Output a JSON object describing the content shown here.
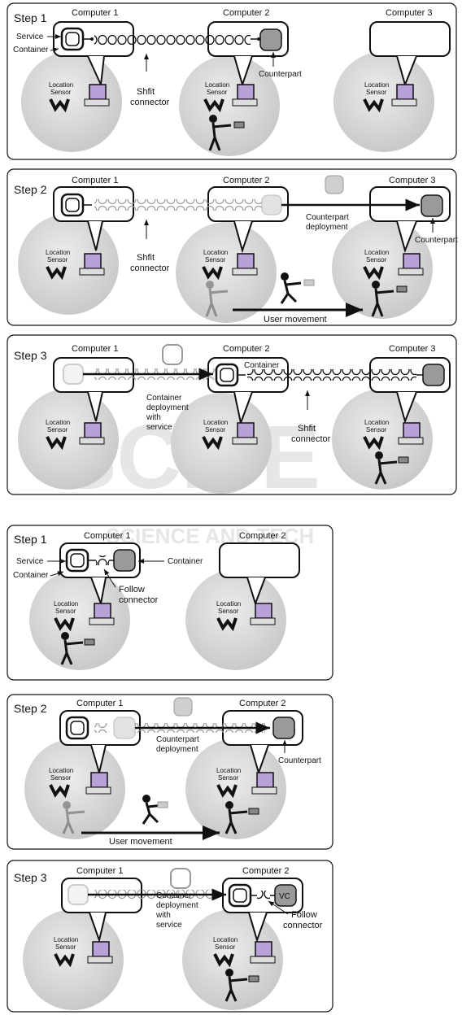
{
  "watermark": {
    "main": "SCITE",
    "sub": "SCIENCE AND TECH"
  },
  "shift": {
    "step1": {
      "step": "Step 1",
      "computers": [
        "Computer 1",
        "Computer 2",
        "Computer 3"
      ],
      "service": "Service",
      "container": "Container",
      "counterpart": "Counterpart",
      "connector1": "Shfit",
      "connector2": "connector",
      "sensor1": "Location",
      "sensor2": "Sensor"
    },
    "step2": {
      "step": "Step 2",
      "computers": [
        "Computer 1",
        "Computer 2",
        "Computer 3"
      ],
      "connector1": "Shfit",
      "connector2": "connector",
      "deploy1": "Counterpart",
      "deploy2": "deployment",
      "counterpart": "Counterpart",
      "movement": "User movement",
      "sensor1": "Location",
      "sensor2": "Sensor"
    },
    "step3": {
      "step": "Step 3",
      "computers": [
        "Computer 1",
        "Computer 2",
        "Computer 3"
      ],
      "container": "Container",
      "deploy1": "Container",
      "deploy2": "deployment",
      "deploy3": "with",
      "deploy4": "service",
      "connector1": "Shfit",
      "connector2": "connector",
      "sensor1": "Location",
      "sensor2": "Sensor"
    }
  },
  "follow": {
    "step1": {
      "step": "Step 1",
      "computers": [
        "Computer 1",
        "Computer 2"
      ],
      "service": "Service",
      "container_left": "Container",
      "container_right": "Container",
      "connector1": "Follow",
      "connector2": "connector",
      "sensor1": "Location",
      "sensor2": "Sensor"
    },
    "step2": {
      "step": "Step 2",
      "computers": [
        "Computer 1",
        "Computer 2"
      ],
      "deploy1": "Counterpart",
      "deploy2": "deployment",
      "counterpart": "Counterpart",
      "movement": "User movement",
      "sensor1": "Location",
      "sensor2": "Sensor"
    },
    "step3": {
      "step": "Step 3",
      "computers": [
        "Computer 1",
        "Computer 2"
      ],
      "deploy1": "Container",
      "deploy2": "deployment",
      "deploy3": "with",
      "deploy4": "service",
      "vc": "VC",
      "connector1": "Follow",
      "connector2": "connector",
      "sensor1": "Location",
      "sensor2": "Sensor"
    }
  }
}
